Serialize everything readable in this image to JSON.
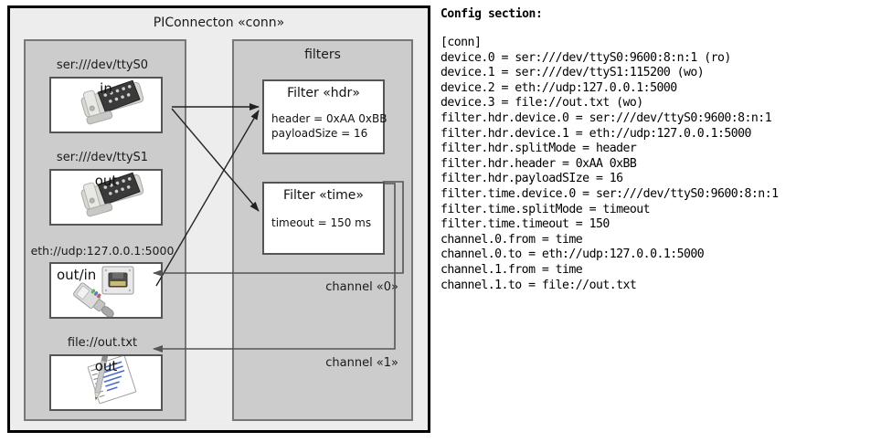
{
  "diagram": {
    "title": "PIConnecton «conn»",
    "devices_panel": {
      "title": "",
      "items": [
        {
          "label": "ser:///dev/ttyS0",
          "direction": "in",
          "icon": "serial-db9-icon"
        },
        {
          "label": "ser:///dev/ttyS1",
          "direction": "out",
          "icon": "serial-db9-icon"
        },
        {
          "label": "eth://udp:127.0.0.1:5000",
          "direction": "out/in",
          "icon": "ethernet-jack-icon"
        },
        {
          "label": "file://out.txt",
          "direction": "out",
          "icon": "text-file-icon"
        }
      ]
    },
    "filters_panel": {
      "title": "filters",
      "items": [
        {
          "title": "Filter «hdr»",
          "props": [
            "header = 0xAA 0xBB",
            "payloadSize = 16"
          ]
        },
        {
          "title": "Filter «time»",
          "props": [
            "timeout = 150 ms"
          ]
        }
      ]
    },
    "channels": [
      {
        "label": "channel «0»"
      },
      {
        "label": "channel «1»"
      }
    ]
  },
  "config": {
    "heading": "Config section:",
    "lines": "[conn]\ndevice.0 = ser:///dev/ttyS0:9600:8:n:1 (ro)\ndevice.1 = ser:///dev/ttyS1:115200 (wo)\ndevice.2 = eth://udp:127.0.0.1:5000\ndevice.3 = file://out.txt (wo)\nfilter.hdr.device.0 = ser:///dev/ttyS0:9600:8:n:1\nfilter.hdr.device.1 = eth://udp:127.0.0.1:5000\nfilter.hdr.splitMode = header\nfilter.hdr.header = 0xAA 0xBB\nfilter.hdr.payloadSIze = 16\nfilter.time.device.0 = ser:///dev/ttyS0:9600:8:n:1\nfilter.time.splitMode = timeout\nfilter.time.timeout = 150\nchannel.0.from = time\nchannel.0.to = eth://udp:127.0.0.1:5000\nchannel.1.from = time\nchannel.1.to = file://out.txt"
  },
  "colors": {
    "frame_border": "#000000",
    "frame_fill": "#ededed",
    "panel_fill": "#cccccc",
    "panel_border": "#777777",
    "box_fill": "#ffffff",
    "box_border": "#555555",
    "arrow": "#222222",
    "channel_line": "#555555"
  }
}
